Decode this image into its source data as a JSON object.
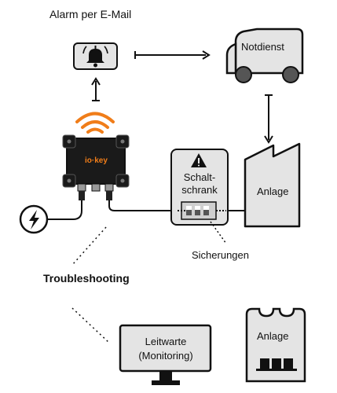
{
  "labels": {
    "alarm": "Alarm per E-Mail",
    "notdienst": "Notdienst",
    "schaltschrank": "Schalt-\nschrank",
    "anlage_top": "Anlage",
    "sicherungen": "Sicherungen",
    "troubleshooting": "Troubleshooting",
    "leitwarte": "Leitwarte\n(Monitoring)",
    "anlage_bottom": "Anlage",
    "device_brand": "io·key"
  },
  "icons": {
    "alarm": "bell-icon",
    "signal": "wifi-signal-icon",
    "power": "lightning-bolt-icon",
    "warning": "warning-triangle-icon",
    "vehicle": "van-icon",
    "factory": "factory-icon",
    "monitor": "monitor-icon"
  },
  "colors": {
    "box_fill": "#e4e4e4",
    "stroke": "#111111",
    "accent": "#f07d19",
    "device": "#1a1a1a"
  }
}
